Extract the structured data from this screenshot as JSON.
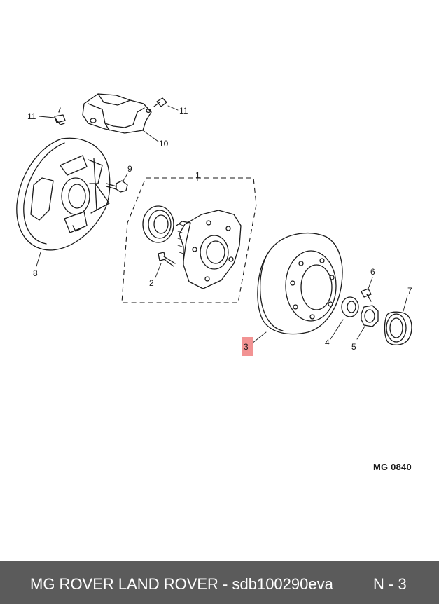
{
  "diagram": {
    "callouts": {
      "c1": "1",
      "c2": "2",
      "c3": "3",
      "c4": "4",
      "c5": "5",
      "c6": "6",
      "c7": "7",
      "c8": "8",
      "c9": "9",
      "c10": "10",
      "c11a": "11",
      "c11b": "11"
    },
    "highlight_color": "#f08080",
    "drawing_ref": "MG 0840"
  },
  "footer": {
    "title": "MG ROVER LAND ROVER - sdb100290eva",
    "page": "N - 3",
    "background": "#5b5b5b"
  }
}
